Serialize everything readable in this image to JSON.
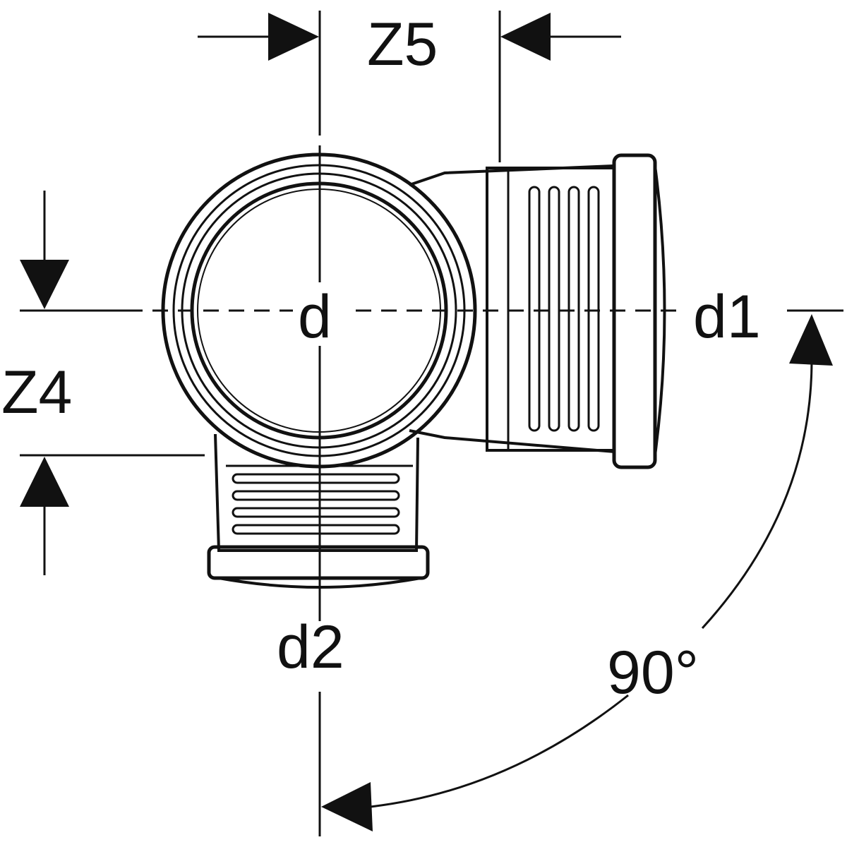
{
  "labels": {
    "z5": "Z5",
    "z4": "Z4",
    "d": "d",
    "d1": "d1",
    "d2": "d2",
    "angle": "90°"
  },
  "colors": {
    "ink": "#111111",
    "background": "#ffffff"
  }
}
